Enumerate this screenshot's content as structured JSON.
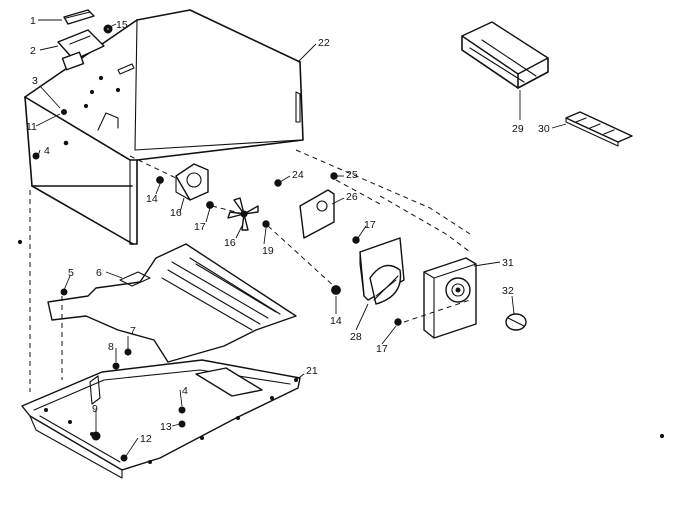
{
  "callouts": {
    "c1": "1",
    "c2": "2",
    "c3": "3",
    "c4a": "4",
    "c4b": "4",
    "c5": "5",
    "c6": "6",
    "c7": "7",
    "c8": "8",
    "c9": "9",
    "c11": "11",
    "c12": "12",
    "c13": "13",
    "c14a": "14",
    "c14b": "14",
    "c15": "15",
    "c16a": "16",
    "c16b": "16",
    "c17a": "17",
    "c17b": "17",
    "c17c": "17",
    "c19": "19",
    "c21": "21",
    "c22": "22",
    "c24": "24",
    "c25": "25",
    "c26": "26",
    "c28": "28",
    "c29": "29",
    "c30": "30",
    "c31": "31",
    "c32": "32"
  },
  "icons": {
    "housing": "cabinet-housing-icon",
    "evaporator": "evaporator-tray-icon",
    "fan": "fan-blade-icon",
    "shroud": "fan-shroud-icon",
    "cover": "fan-cover-icon",
    "knob": "control-knob-icon",
    "grille": "grille-icon",
    "insert": "grille-insert-icon"
  }
}
